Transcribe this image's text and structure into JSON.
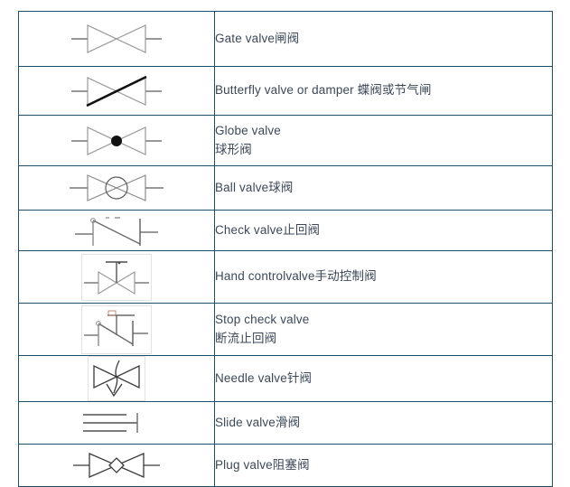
{
  "document": {
    "title": "Valve symbols reference table",
    "border_color": "#1f4e6b",
    "text_color": "#3c4858",
    "symbol_stroke": "#5a5a5a",
    "symbol_accent": "#111111",
    "image_frame_color": "#e2e2e2"
  },
  "table": {
    "rows": [
      {
        "symbol_name": "gate-valve-symbol",
        "symbol_type": "bowtie",
        "framed": false,
        "lines": [
          "Gate valve闸阀"
        ]
      },
      {
        "symbol_name": "butterfly-valve-symbol",
        "symbol_type": "bowtie-diagonal",
        "framed": false,
        "lines": [
          "Butterfly valve or damper 蝶阀或节气闸"
        ]
      },
      {
        "symbol_name": "globe-valve-symbol",
        "symbol_type": "bowtie-dot",
        "framed": false,
        "lines": [
          "Globe valve",
          "球形阀"
        ]
      },
      {
        "symbol_name": "ball-valve-symbol",
        "symbol_type": "bowtie-circle",
        "framed": false,
        "lines": [
          "Ball valve球阀"
        ]
      },
      {
        "symbol_name": "check-valve-symbol",
        "symbol_type": "check",
        "framed": false,
        "lines": [
          "Check valve止回阀"
        ]
      },
      {
        "symbol_name": "hand-control-valve-symbol",
        "symbol_type": "bowtie-handwheel",
        "framed": true,
        "lines": [
          "Hand controlvalve手动控制阀"
        ]
      },
      {
        "symbol_name": "stop-check-valve-symbol",
        "symbol_type": "check-stem",
        "framed": true,
        "lines": [
          "Stop check valve",
          "断流止回阀"
        ]
      },
      {
        "symbol_name": "needle-valve-symbol",
        "symbol_type": "bowtie-needle",
        "framed": true,
        "lines": [
          "Needle valve针阀"
        ]
      },
      {
        "symbol_name": "slide-valve-symbol",
        "symbol_type": "slide",
        "framed": false,
        "lines": [
          "Slide valve滑阀"
        ]
      },
      {
        "symbol_name": "plug-valve-symbol",
        "symbol_type": "bowtie-diamond",
        "framed": false,
        "lines": [
          "Plug valve阻塞阀"
        ]
      }
    ]
  }
}
